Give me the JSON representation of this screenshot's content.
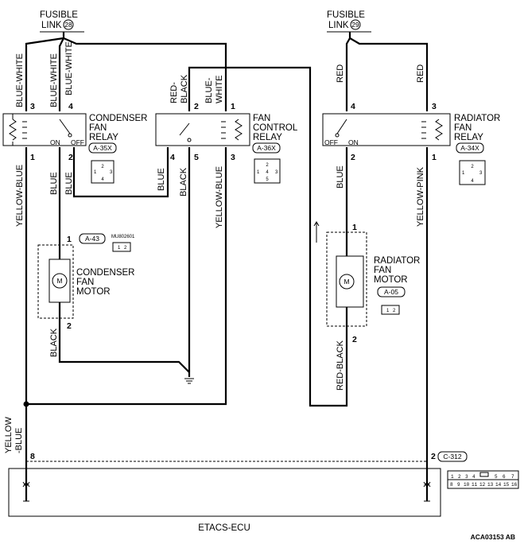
{
  "fusible_links": [
    {
      "label_line1": "FUSIBLE",
      "label_line2": "LINK",
      "number": "28"
    },
    {
      "label_line1": "FUSIBLE",
      "label_line2": "LINK",
      "number": "29"
    }
  ],
  "relays": {
    "condenser": {
      "line1": "CONDENSER",
      "line2": "FAN",
      "line3": "RELAY",
      "connector": "A-35X",
      "on": "ON",
      "off": "OFF",
      "conn_pins": [
        "2",
        "1",
        "3",
        "4"
      ]
    },
    "fan_control": {
      "line1": "FAN",
      "line2": "CONTROL",
      "line3": "RELAY",
      "connector": "A-36X",
      "conn_pins": [
        "2",
        "1",
        "4",
        "3",
        "5"
      ]
    },
    "radiator": {
      "line1": "RADIATOR",
      "line2": "FAN",
      "line3": "RELAY",
      "connector": "A-34X",
      "on": "ON",
      "off": "OFF",
      "conn_pins": [
        "2",
        "1",
        "3",
        "4"
      ]
    }
  },
  "motors": {
    "condenser": {
      "line1": "CONDENSER",
      "line2": "FAN",
      "line3": "MOTOR",
      "connector": "A-43",
      "part_no": "MU802601",
      "conn_pins": [
        "1",
        "2"
      ]
    },
    "radiator": {
      "line1": "RADIATOR",
      "line2": "FAN",
      "line3": "MOTOR",
      "connector": "A-05",
      "conn_pins": [
        "1",
        "2"
      ]
    }
  },
  "wire_colors": {
    "blue_white": "BLUE-WHITE",
    "red_black_1": "RED-",
    "red_black_2": "BLACK",
    "blue_white_split_1": "BLUE-",
    "blue_white_split_2": "WHITE",
    "red": "RED",
    "yellow_blue": "YELLOW-BLUE",
    "blue": "BLUE",
    "black": "BLACK",
    "red_black": "RED-BLACK",
    "yellow_pink": "YELLOW-PINK",
    "yellow_blue_split_1": "YELLOW",
    "yellow_blue_split_2": "-BLUE"
  },
  "pins": {
    "p1": "1",
    "p2": "2",
    "p3": "3",
    "p4": "4",
    "p5": "5",
    "p8": "8"
  },
  "ecu": {
    "name": "ETACS-ECU",
    "connector": "C-312",
    "conn_row1": [
      "1",
      "2",
      "3",
      "4",
      "5",
      "6",
      "7"
    ],
    "conn_row2": [
      "8",
      "9",
      "10",
      "11",
      "12",
      "13",
      "14",
      "15",
      "16"
    ]
  },
  "figure_id": "ACA03153 AB"
}
